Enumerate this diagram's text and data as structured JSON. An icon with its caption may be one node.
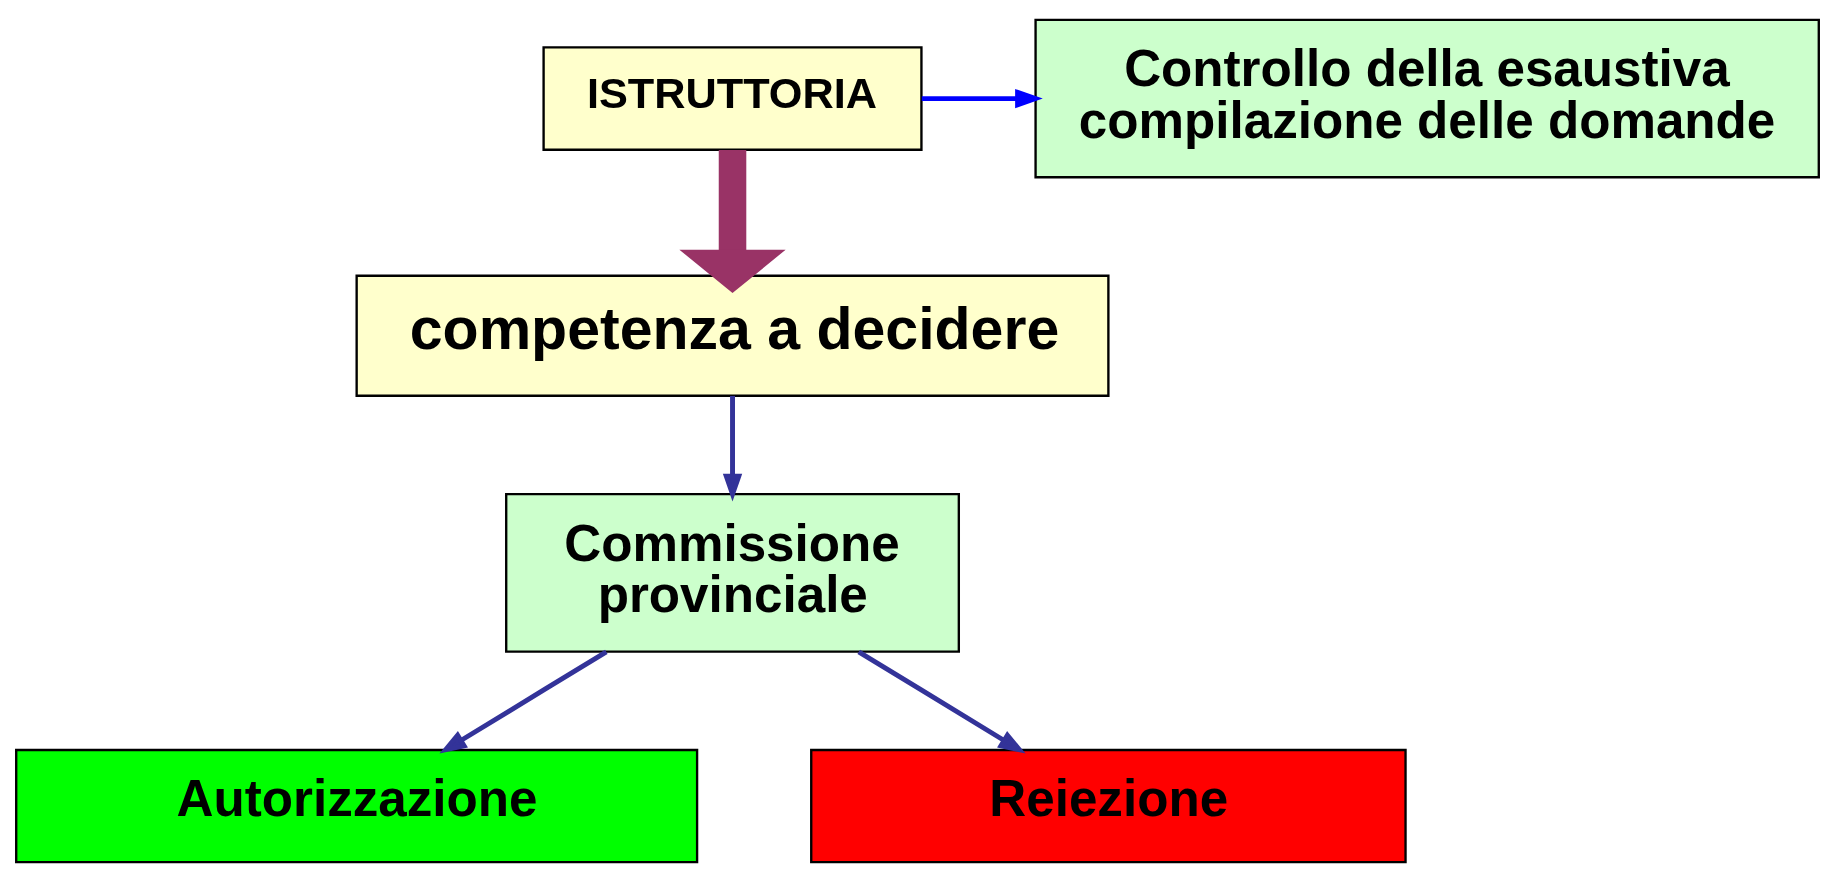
{
  "diagram": {
    "nodes": [
      {
        "text": [
          "ISTRUTTORIA"
        ]
      },
      {
        "text": [
          "Controllo della esaustiva compilazione delle domande"
        ]
      },
      {
        "text": [
          "competenza a decidere"
        ]
      },
      {
        "text": [
          "Commissione provinciale"
        ]
      },
      {
        "text": [
          "Autorizzazione"
        ]
      },
      {
        "text": [
          "Reiezione"
        ]
      }
    ],
    "edges": [
      {
        "from": 0,
        "to": 1,
        "arrow": "to",
        "color": "#0000ff"
      },
      {
        "from": 0,
        "to": 2,
        "arrow": "to",
        "style": "thick",
        "color": "#993366"
      },
      {
        "from": 2,
        "to": 3,
        "arrow": "to"
      },
      {
        "from": 3,
        "to": 4,
        "arrow": "to"
      },
      {
        "from": 3,
        "to": 5,
        "arrow": "to"
      }
    ]
  }
}
